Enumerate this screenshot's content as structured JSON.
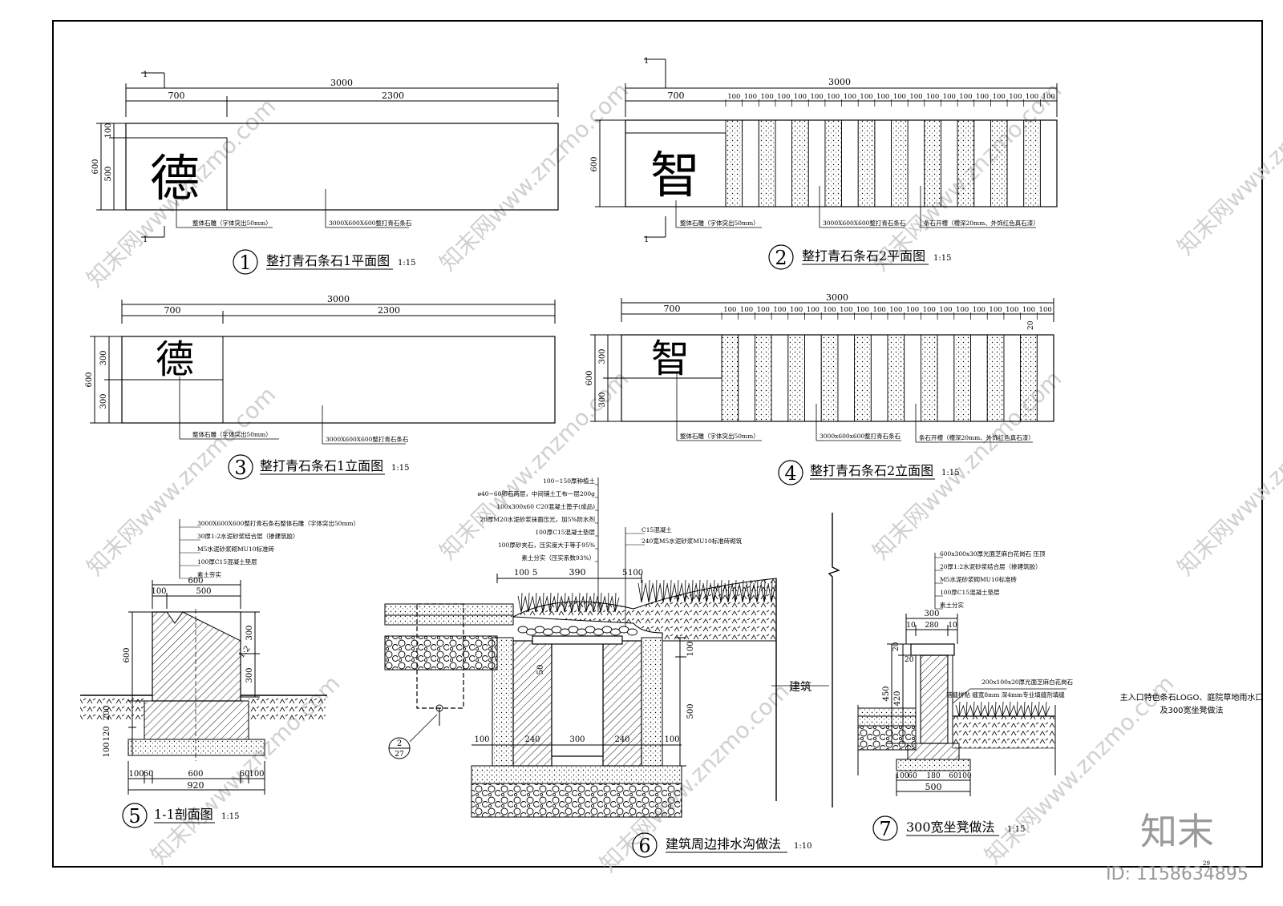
{
  "sheet": {
    "note_title_line1": "主入口特色条石LOGO、庭院草地雨水口",
    "note_title_line2": "及300宽坐凳做法",
    "page_no": "29",
    "watermark_url": "www.znzmo.com",
    "watermark_cn": "知末网",
    "brand_logo": "知末",
    "brand_id": "ID: 1158634895",
    "colors": {
      "line": "#000000",
      "watermark": "#c8c8c8",
      "paper": "#ffffff"
    }
  },
  "d1": {
    "num": "1",
    "title": "整打青石条石1平面图",
    "scale": "1:15",
    "dim_total": "3000",
    "dim_a": "700",
    "dim_b": "2300",
    "dim_h": "600",
    "dim_h1": "100",
    "dim_h2": "500",
    "char": "德",
    "note_a": "整体石雕（字体突出50mm）",
    "note_b": "3000X600X600整打青石条石",
    "cut": "1"
  },
  "d2": {
    "num": "2",
    "title": "整打青石条石2平面图",
    "scale": "1:15",
    "dim_total": "3000",
    "dim_a": "700",
    "dim_slot": "100",
    "dim_h": "600",
    "char": "智",
    "note_a": "整体石雕（字体突出50mm）",
    "note_b": "3000X600X600整打青石条石",
    "note_c": "条石开槽（槽深20mm、外饰红色真石漆）",
    "cut": "1"
  },
  "d3": {
    "num": "3",
    "title": "整打青石条石1立面图",
    "scale": "1:15",
    "dim_total": "3000",
    "dim_a": "700",
    "dim_b": "2300",
    "dim_h": "600",
    "dim_h1": "300",
    "dim_h2": "300",
    "char": "德",
    "note_a": "整体石雕（字体突出50mm）",
    "note_b": "3000X600X600整打青石条石"
  },
  "d4": {
    "num": "4",
    "title": "整打青石条石2立面图",
    "scale": "1:15",
    "dim_total": "3000",
    "dim_a": "700",
    "dim_slot": "100",
    "dim_h": "600",
    "dim_h1": "300",
    "dim_h2": "300",
    "dim_20": "20",
    "char": "智",
    "note_a": "整体石雕（字体突出50mm）",
    "note_b": "3000x600x600整打青石条石",
    "note_c": "条石开槽（槽深20mm、外饰红色真石漆）"
  },
  "d5": {
    "num": "5",
    "title": "1-1剖面图",
    "scale": "1:15",
    "notes": [
      "3000X600X600整打青石条石整体石雕（字体突出50mm）",
      "30厚1:2水泥砂浆结合层（掺建筑胶）",
      "M5水泥砂浆砌MU10标准砖",
      "100厚C15混凝土垫层",
      "素土夯实"
    ],
    "dims": {
      "top_total": "600",
      "top_a": "100",
      "top_b": "500",
      "left_600": "600",
      "left_200": "200",
      "left_120": "120",
      "left_100": "100",
      "right_300a": "300",
      "right_300b": "300",
      "right_1_2": "1:2",
      "bottom_total": "920",
      "bottom_parts": [
        "100",
        "60",
        "600",
        "60",
        "100"
      ]
    }
  },
  "d6": {
    "num": "6",
    "title": "建筑周边排水沟做法",
    "scale": "1:10",
    "notes_left": [
      "100~150厚种植土",
      "ø40~60卵石两层，中间铺土工布一层200g",
      "100x300x60 C20混凝土篦子(成品)",
      "20厚M20水泥砂浆抹面压光，加5%防水剂",
      "100厚C15混凝土垫层",
      "100厚砂夹石，压实度大于等于95%",
      "素土分实（压实系数93%）"
    ],
    "notes_right": [
      "C15混凝土",
      "240宽M5水泥砂浆MU10标准砖砌筑"
    ],
    "dims": {
      "top_a": "100",
      "top_b": "5",
      "top_mid": "390",
      "top_c": "5",
      "top_d": "100",
      "v100": "100",
      "v50": "50",
      "v500": "500",
      "bottom": [
        "100",
        "240",
        "300",
        "240",
        "100"
      ]
    },
    "detail_ref_top": "2",
    "detail_ref_bottom": "27",
    "building_label": "建筑"
  },
  "d7": {
    "num": "7",
    "title": "300宽坐凳做法",
    "scale": "1:15",
    "notes": [
      "600x300x30厚光面芝麻白花岗石 压顶",
      "20厚1:2水泥砂浆结合层（掺建筑胶）",
      "M5水泥砂浆砌MU10标准砖",
      "100厚C15混凝土垫层",
      "素土分实"
    ],
    "note_side_1": "200x100x20厚光面芝麻白花岗石",
    "note_side_2": "错缝拼贴 缝宽8mm 深4mm专业填缝剂填缝",
    "dims": {
      "top_total": "300",
      "top_parts": [
        "10",
        "280",
        "10"
      ],
      "v450": "450",
      "v420": "420",
      "v20a": "20",
      "v20b": "20",
      "bottom_total": "500",
      "bottom_parts": [
        "100",
        "60",
        "180",
        "60",
        "100"
      ]
    }
  }
}
